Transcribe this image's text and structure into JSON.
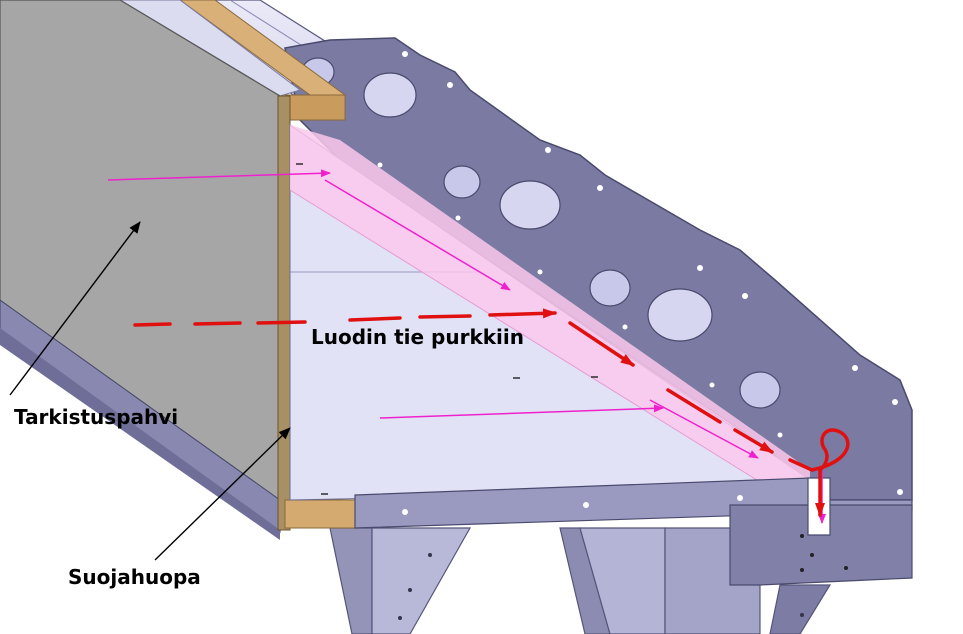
{
  "labels": {
    "bullet_path": "Luodin tie purkkiin",
    "inspection_board": "Tarkistuspahvi",
    "protective_pit": "Suojahuopa"
  },
  "colors": {
    "frame_steel": "#7878a0",
    "frame_dark": "#545478",
    "pipe": "#c2c2e4",
    "wood": "#d8b078",
    "grey_panel": "#a6a6a6",
    "light_panel": "#e2e2f6",
    "pink_zone": "#fbc8ec",
    "magenta_arrow": "#ee22cc",
    "red_path": "#e01010",
    "leader_line": "#000000"
  }
}
